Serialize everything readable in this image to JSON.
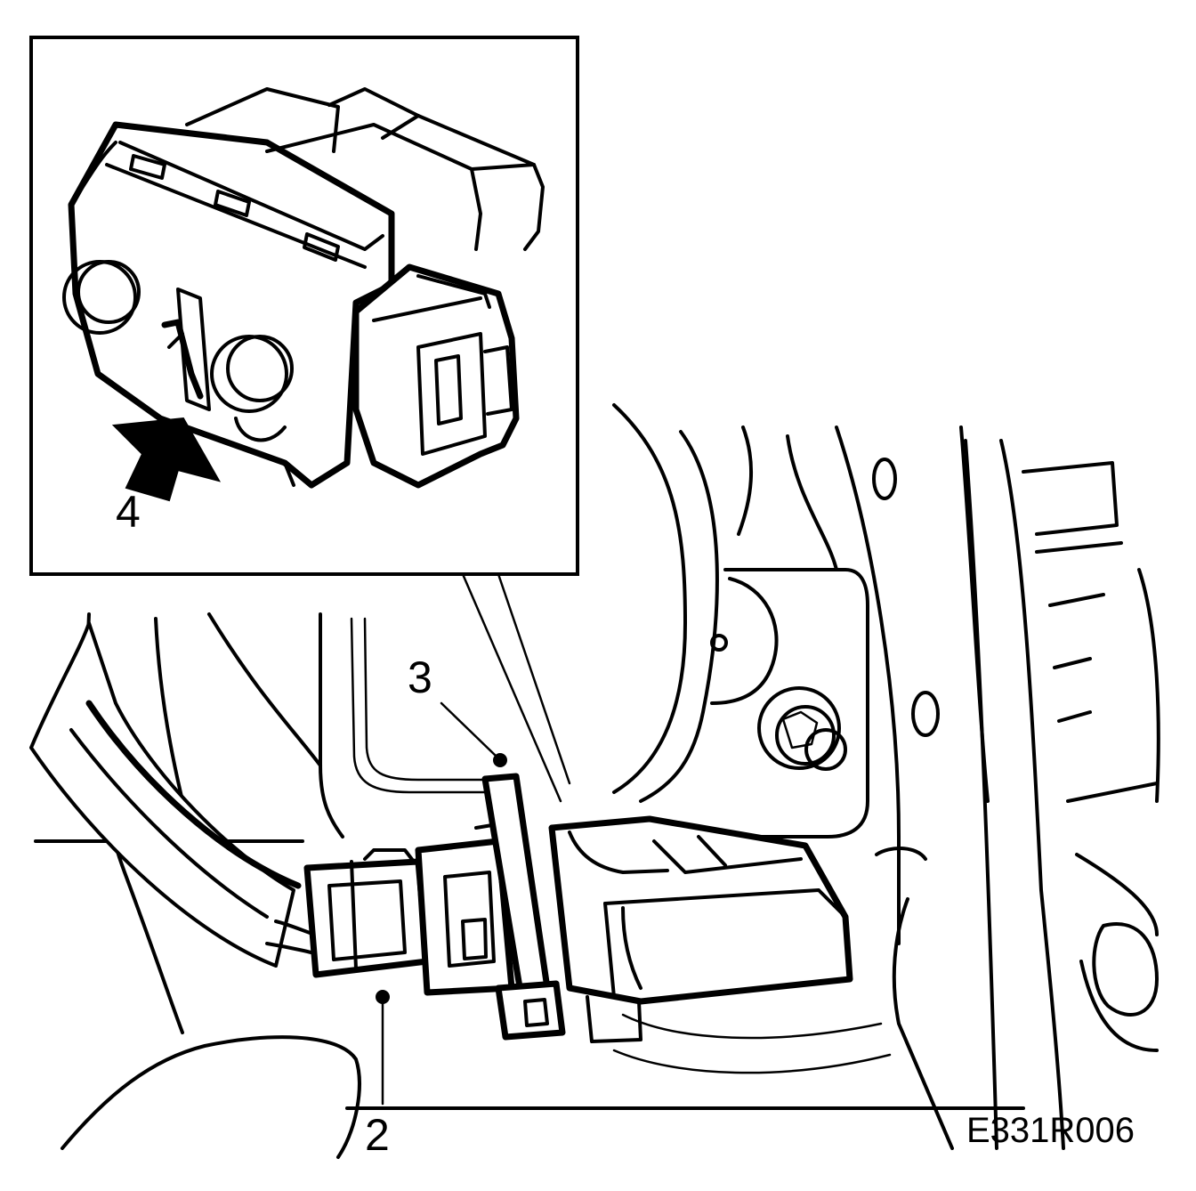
{
  "callouts": {
    "label_2": "2",
    "label_3": "3",
    "label_4": "4"
  },
  "figure_code": "E331R006",
  "colors": {
    "ink": "#000000",
    "paper": "#ffffff"
  }
}
